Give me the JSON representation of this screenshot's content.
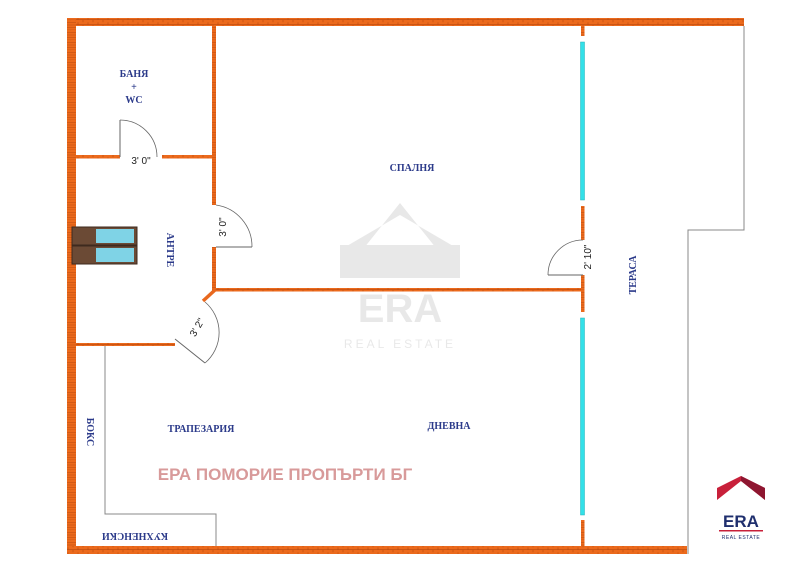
{
  "rooms": {
    "bath_line1": "БАНЯ",
    "bath_line2": "+",
    "bath_line3": "WC",
    "antre": "АНТРЕ",
    "bedroom": "СПАЛНЯ",
    "terrace": "ТЕРАСА",
    "dining": "ТРАПЕЗАРИЯ",
    "living": "ДНЕВНА",
    "storage": "БОКС",
    "kitchen": "КУХНЕНСКИ"
  },
  "doors": {
    "bath_door": "3' 0\"",
    "bedroom_door": "3' 0\"",
    "living_door": "3' 2\"",
    "terrace_door": "2' 10\""
  },
  "watermark": {
    "agency_text": "ЕРА ПОМОРИЕ ПРОПЪРТИ БГ",
    "logo_word": "ERA",
    "logo_sub": "REAL ESTATE"
  },
  "colors": {
    "wall": "#e8681e",
    "glass": "#33e0e8",
    "label": "#2b3a8a",
    "watermark_text": "#d89a9a",
    "logo_red": "#c8203a",
    "logo_navy": "#1f2f6e"
  }
}
